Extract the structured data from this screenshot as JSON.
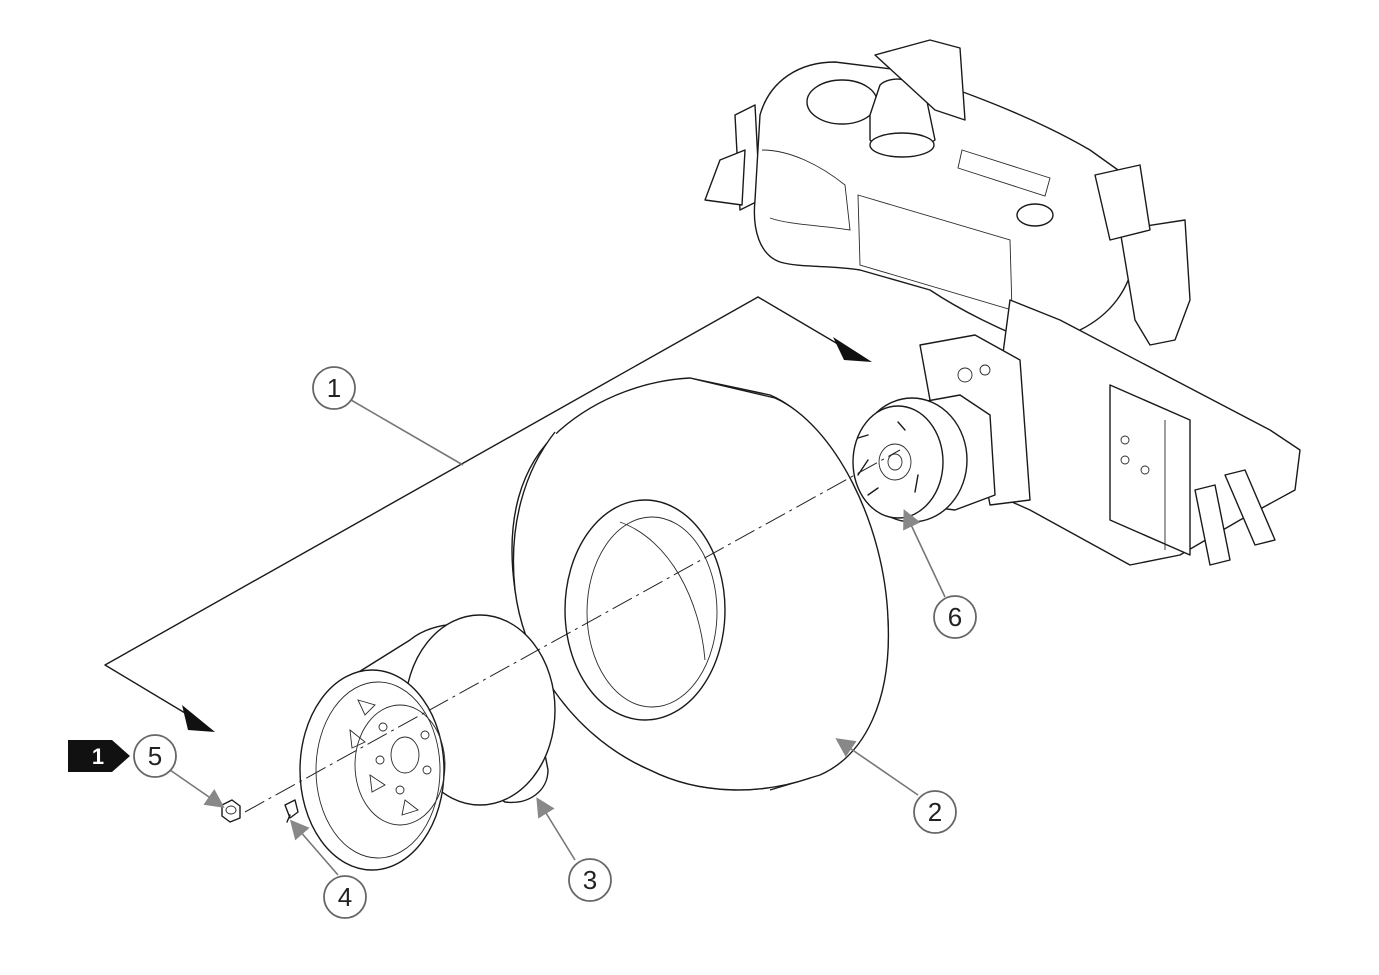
{
  "callouts": [
    {
      "id": "c1",
      "label": "1"
    },
    {
      "id": "c2",
      "label": "2"
    },
    {
      "id": "c3",
      "label": "3"
    },
    {
      "id": "c4",
      "label": "4"
    },
    {
      "id": "c5",
      "label": "5"
    },
    {
      "id": "c6",
      "label": "6"
    }
  ],
  "tag": {
    "label": "1",
    "color": "#111111"
  }
}
